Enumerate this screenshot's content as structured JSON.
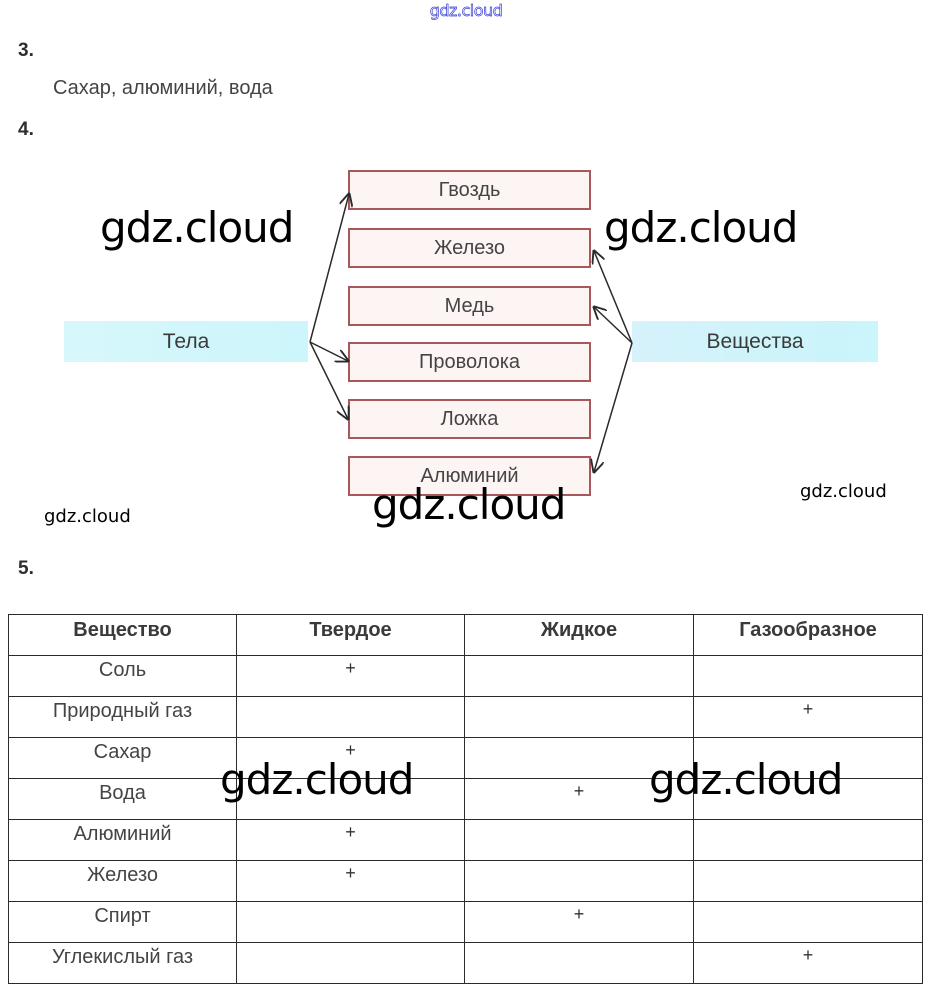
{
  "watermark_top": "gdz.cloud",
  "watermarks": {
    "wm1": "gdz.cloud",
    "wm2": "gdz.cloud",
    "wm3": "gdz.cloud",
    "wm4": "gdz.cloud",
    "wm5": "gdz.cloud",
    "wm6": "gdz.cloud",
    "wm7": "gdz.cloud"
  },
  "q3": {
    "number": "3.",
    "answer": "Сахар, алюминий, вода"
  },
  "q4": {
    "number": "4.",
    "left_label": "Тела",
    "right_label": "Вещества",
    "items": [
      "Гвоздь",
      "Железо",
      "Медь",
      "Проволока",
      "Ложка",
      "Алюминий"
    ],
    "links": {
      "Тела": [
        "Гвоздь",
        "Проволока",
        "Ложка"
      ],
      "Вещества": [
        "Железо",
        "Медь",
        "Алюминий"
      ]
    }
  },
  "q5": {
    "number": "5.",
    "table": {
      "headers": [
        "Вещество",
        "Твердое",
        "Жидкое",
        "Газообразное"
      ],
      "rows": [
        {
          "substance": "Соль",
          "solid": "+",
          "liquid": "",
          "gas": ""
        },
        {
          "substance": "Природный газ",
          "solid": "",
          "liquid": "",
          "gas": "+"
        },
        {
          "substance": "Сахар",
          "solid": "+",
          "liquid": "",
          "gas": ""
        },
        {
          "substance": "Вода",
          "solid": "",
          "liquid": "+",
          "gas": ""
        },
        {
          "substance": "Алюминий",
          "solid": "+",
          "liquid": "",
          "gas": ""
        },
        {
          "substance": "Железо",
          "solid": "+",
          "liquid": "",
          "gas": ""
        },
        {
          "substance": "Спирт",
          "solid": "",
          "liquid": "+",
          "gas": ""
        },
        {
          "substance": "Углекислый газ",
          "solid": "",
          "liquid": "",
          "gas": "+"
        }
      ]
    }
  },
  "colors": {
    "box_border": "#a8575a",
    "box_fill": "#fdf5f4",
    "band_fill": "#ccf6fb",
    "arrow": "#2a2a2a",
    "top_watermark": "#3a3fd6"
  }
}
